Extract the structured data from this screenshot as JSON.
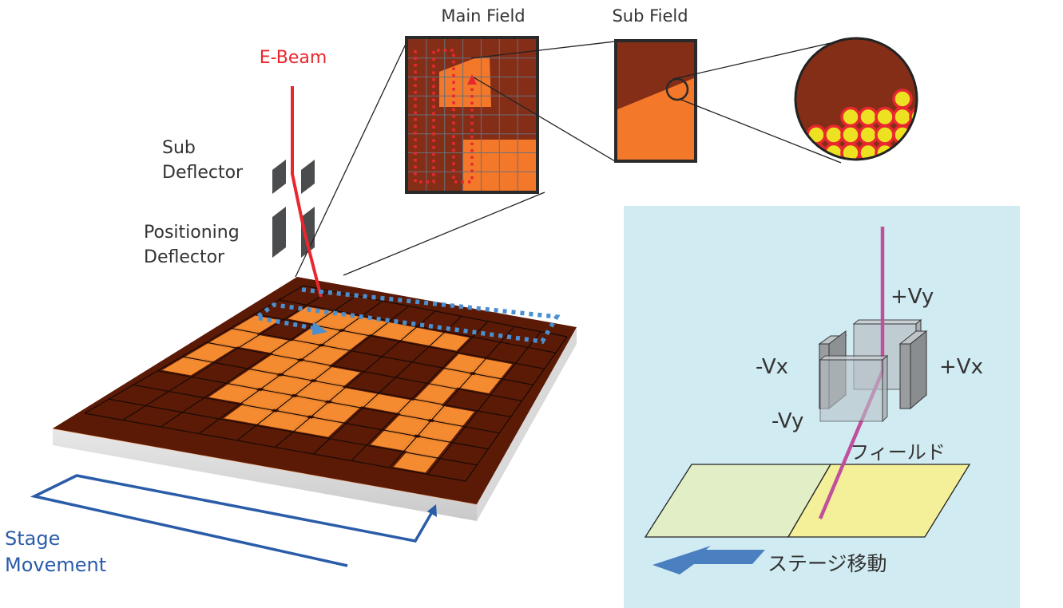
{
  "labels": {
    "e_beam": "E-Beam",
    "sub_deflector": [
      "Sub",
      "Deflector"
    ],
    "positioning_deflector": [
      "Positioning",
      "Deflector"
    ],
    "main_field": "Main Field",
    "sub_field": "Sub Field",
    "stage_movement": [
      "Stage",
      "Movement"
    ],
    "plus_vy": "+Vy",
    "minus_vy": "-Vy",
    "plus_vx": "+Vx",
    "minus_vx": "-Vx",
    "field_jp": "フィールド",
    "stage_movement_jp": "ステージ移動"
  },
  "colors": {
    "beam_red": "#e8282e",
    "dark_brown": "#842e18",
    "wafer_brown": "#5a1a06",
    "pattern_orange": "#f4782a",
    "wafer_orange": "#f58b30",
    "deflector_gray": "#4a4c4e",
    "scan_blue": "#4a8fd0",
    "stage_blue": "#2a5ca8",
    "panel_blue": "#d1ebf2",
    "beam_magenta": "#c0509b",
    "field_green": "#e2efc6",
    "field_yellow": "#f4f099",
    "dot_yellow": "#ede221",
    "dot_red": "#e8282e",
    "arrow_blue": "#4a7fc0"
  },
  "icons": {
    "main_field_arrow": "arrow-up-icon",
    "scan_arrow": "arrow-right-icon",
    "stage_arrow": "arrow-left-icon"
  }
}
